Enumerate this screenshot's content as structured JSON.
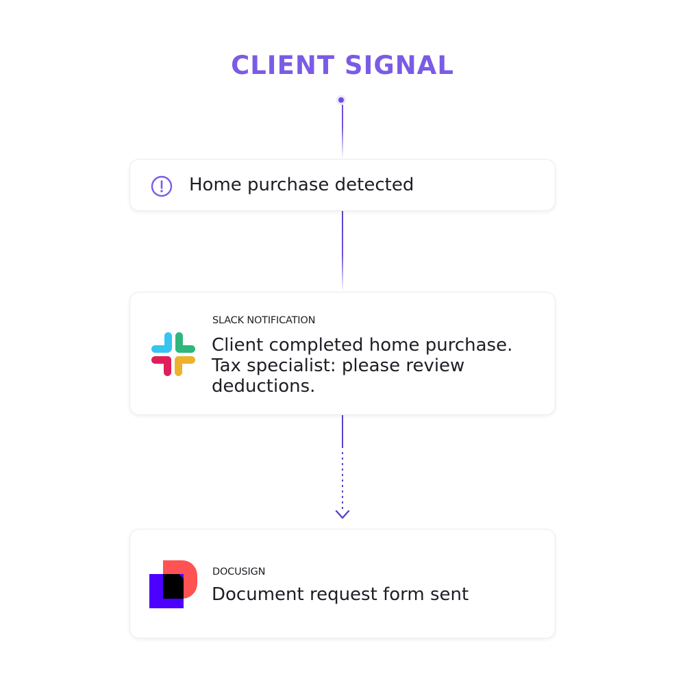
{
  "title": "CLIENT SIGNAL",
  "signal": {
    "text": "Home purchase detected",
    "icon": "alert-circle-icon"
  },
  "slack": {
    "label": "SLACK NOTIFICATION",
    "message": "Client completed home purchase. Tax specialist: please review deductions.",
    "icon": "slack-logo-icon"
  },
  "docusign": {
    "label": "DOCUSIGN",
    "message": "Document request form sent",
    "icon": "docusign-logo-icon"
  },
  "colors": {
    "accent": "#7b5be6",
    "connector": "#5a40c8",
    "text": "#1d1d24"
  }
}
